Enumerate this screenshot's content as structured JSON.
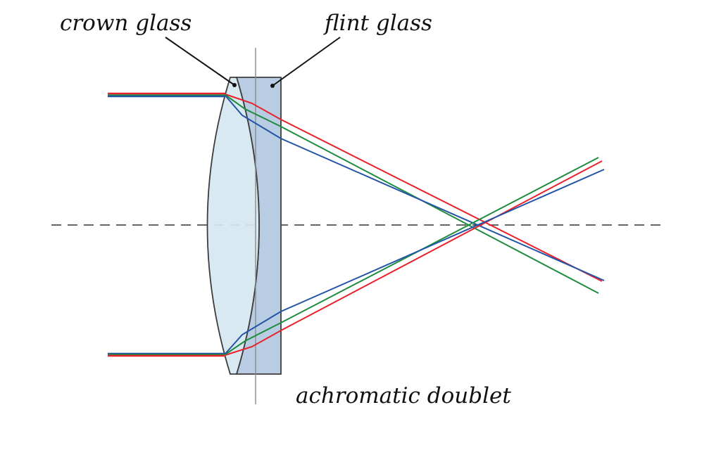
{
  "labels": {
    "crown": "crown glass",
    "flint": "flint glass",
    "doublet": "achromatic doublet"
  },
  "colors": {
    "crown_fill": "#d6e7f1",
    "flint_fill": "#b8cce4",
    "outline": "#3c3c3c",
    "axis": "#333333",
    "red": "#e8212a",
    "green": "#1e8c3c",
    "blue": "#2354a6"
  }
}
